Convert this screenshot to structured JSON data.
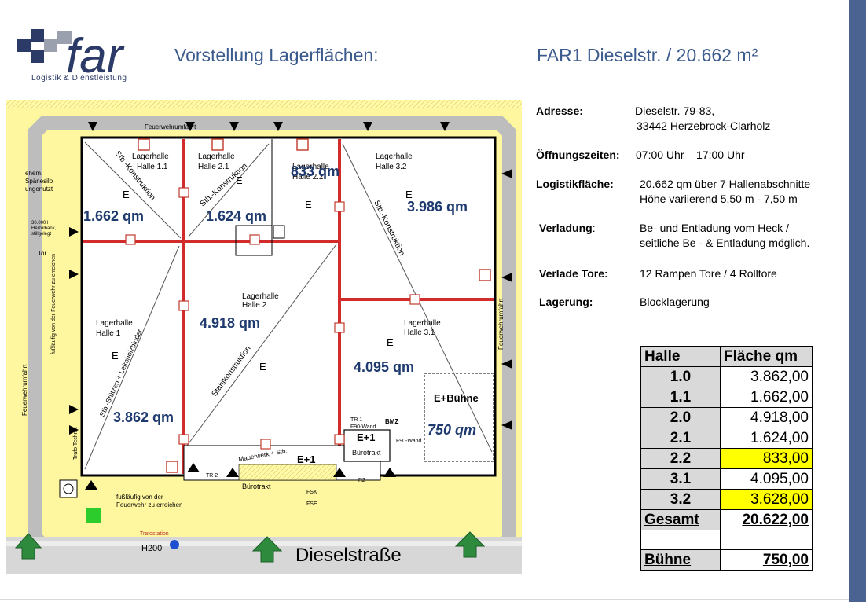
{
  "logo": {
    "wordmark": "far",
    "tagline": "Logistik & Dienstleistung"
  },
  "header": {
    "title_left": "Vorstellung Lagerflächen:",
    "title_right": "FAR1 Dieselstr. / 20.662 m²"
  },
  "info": {
    "adresse_label": "Adresse:",
    "adresse_line1": "Dieselstr.  79-83,",
    "adresse_line2": "33442 Herzebrock-Clarholz",
    "oeffnung_label": "Öffnungszeiten:",
    "oeffnung_value": "07:00 Uhr – 17:00 Uhr",
    "logistik_label": "Logistikfläche:",
    "logistik_line1": "20.662 qm über 7 Hallenabschnitte",
    "logistik_line2": "Höhe variierend 5,50 m  - 7,50 m",
    "verladung_label": "Verladung",
    "verladung_colon": ":",
    "verladung_line1": "Be- und Entladung vom Heck /",
    "verladung_line2": "seitliche Be - & Entladung möglich.",
    "tore_label": "Verlade Tore:",
    "tore_value": "12 Rampen Tore / 4 Rolltore",
    "lagerung_label": "Lagerung:",
    "lagerung_value": "Blocklagerung"
  },
  "table": {
    "header_halle": "Halle",
    "header_flaeche": "Fläche qm",
    "rows": [
      {
        "halle": "1.0",
        "flaeche": "3.862,00",
        "highlight": false
      },
      {
        "halle": "1.1",
        "flaeche": "1.662,00",
        "highlight": false
      },
      {
        "halle": "2.0",
        "flaeche": "4.918,00",
        "highlight": false
      },
      {
        "halle": "2.1",
        "flaeche": "1.624,00",
        "highlight": false
      },
      {
        "halle": "2.2",
        "flaeche": "833,00",
        "highlight": true
      },
      {
        "halle": "3.1",
        "flaeche": "4.095,00",
        "highlight": false
      },
      {
        "halle": "3.2",
        "flaeche": "3.628,00",
        "highlight": true
      }
    ],
    "total_label": "Gesamt",
    "total_value": "20.622,00",
    "buehne_label": "Bühne",
    "buehne_value": "750,00"
  },
  "plan": {
    "feuerwehr_top": "Feuerwehrumfahrt",
    "feuerwehr_left": "Feuerwehrumfahrt",
    "feuerwehr_right": "Feuerwehrumfahrt",
    "fuss_left": "fußläufig von der Feuerwehr zu erreichen",
    "fuss_bottom1": "fußläufig von der",
    "fuss_bottom2": "Feuerwehr zu erreichen",
    "spaene1": "ehem.",
    "spaene2": "Spänesilo",
    "spaene3": "ungenutzt",
    "behaelter1": "30.000 l",
    "behaelter2": "Heizölbank,",
    "behaelter3": "stillgelegt",
    "tor": "Tor",
    "halle11_a": "Lagerhalle",
    "halle11_b": "Halle 1.1",
    "halle21_a": "Lagerhalle",
    "halle21_b": "Halle 2.1",
    "halle22_a": "Lagerhalle",
    "halle22_b": "Halle 2.2",
    "halle32_a": "Lagerhalle",
    "halle32_b": "Halle 3.2",
    "halle1_a": "Lagerhalle",
    "halle1_b": "Halle 1",
    "halle2_a": "Lagerhalle",
    "halle2_b": "Halle 2",
    "halle31_a": "Lagerhalle",
    "halle31_b": "Halle 3.1",
    "e": "E",
    "qm_11": "1.662 qm",
    "qm_21": "1.624 qm",
    "qm_22": "833 qm",
    "qm_32": "3.986 qm",
    "qm_2": "4.918 qm",
    "qm_1": "3.862 qm",
    "qm_31": "4.095 qm",
    "qm_buehne": "750 qm",
    "e_buehne": "E+Bühne",
    "stb_konstr": "Stb.-Konstruktion",
    "stb_konstr2": "Stb.-Konstruktion",
    "stb_konstr3": "Stb.-Konstruktion",
    "stahl": "Stahlkonstruktion",
    "stb_stuetzen": "Stb.-Stützen + Leimholzbinder",
    "e1": "E+1",
    "e1b": "E+1",
    "buerotrakt": "Bürotrakt",
    "buerotrakt2": "Bürotrakt",
    "mauerwerk": "Mauerwerk + Stb.",
    "tr1": "TR 1",
    "tr2": "TR 2",
    "f90": "F90-Wand",
    "f90b": "F90-Wand",
    "bmz": "BMZ",
    "trafo": "Trafo Technik",
    "fsk": "FSK",
    "fse": "FSE",
    "rz": "RZ",
    "traforaum": "Trafostation",
    "h200": "H200",
    "strasse": "Dieselstraße"
  }
}
